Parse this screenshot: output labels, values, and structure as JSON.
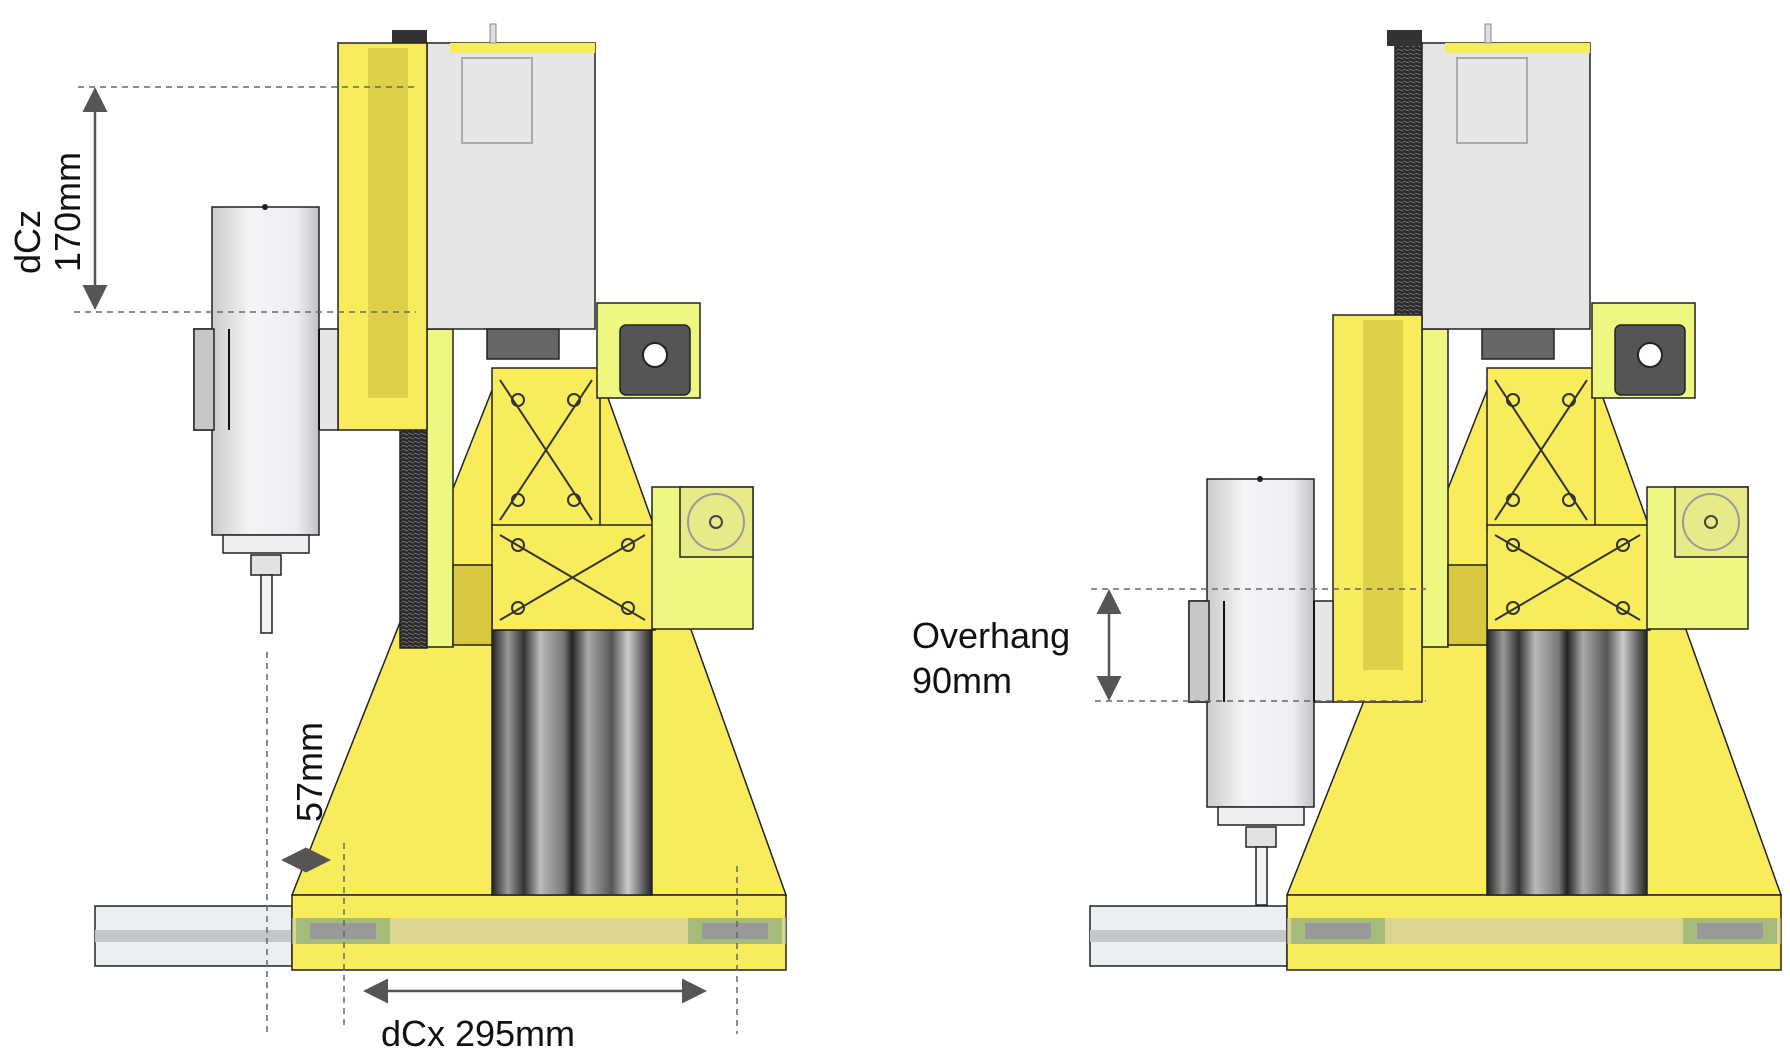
{
  "diagram": {
    "left_view": {
      "dcz_label": "dCz",
      "dcz_value": "170mm",
      "offset_label": "57mm",
      "dcx_label": "dCx 295mm"
    },
    "right_view": {
      "overhang_label": "Overhang",
      "overhang_value": "90mm"
    },
    "colors": {
      "yellow": "#f8ec5c",
      "pale_yellow": "#eef77f",
      "motor_grey": "#e6e6e6",
      "dark": "#3a3a3a"
    }
  }
}
